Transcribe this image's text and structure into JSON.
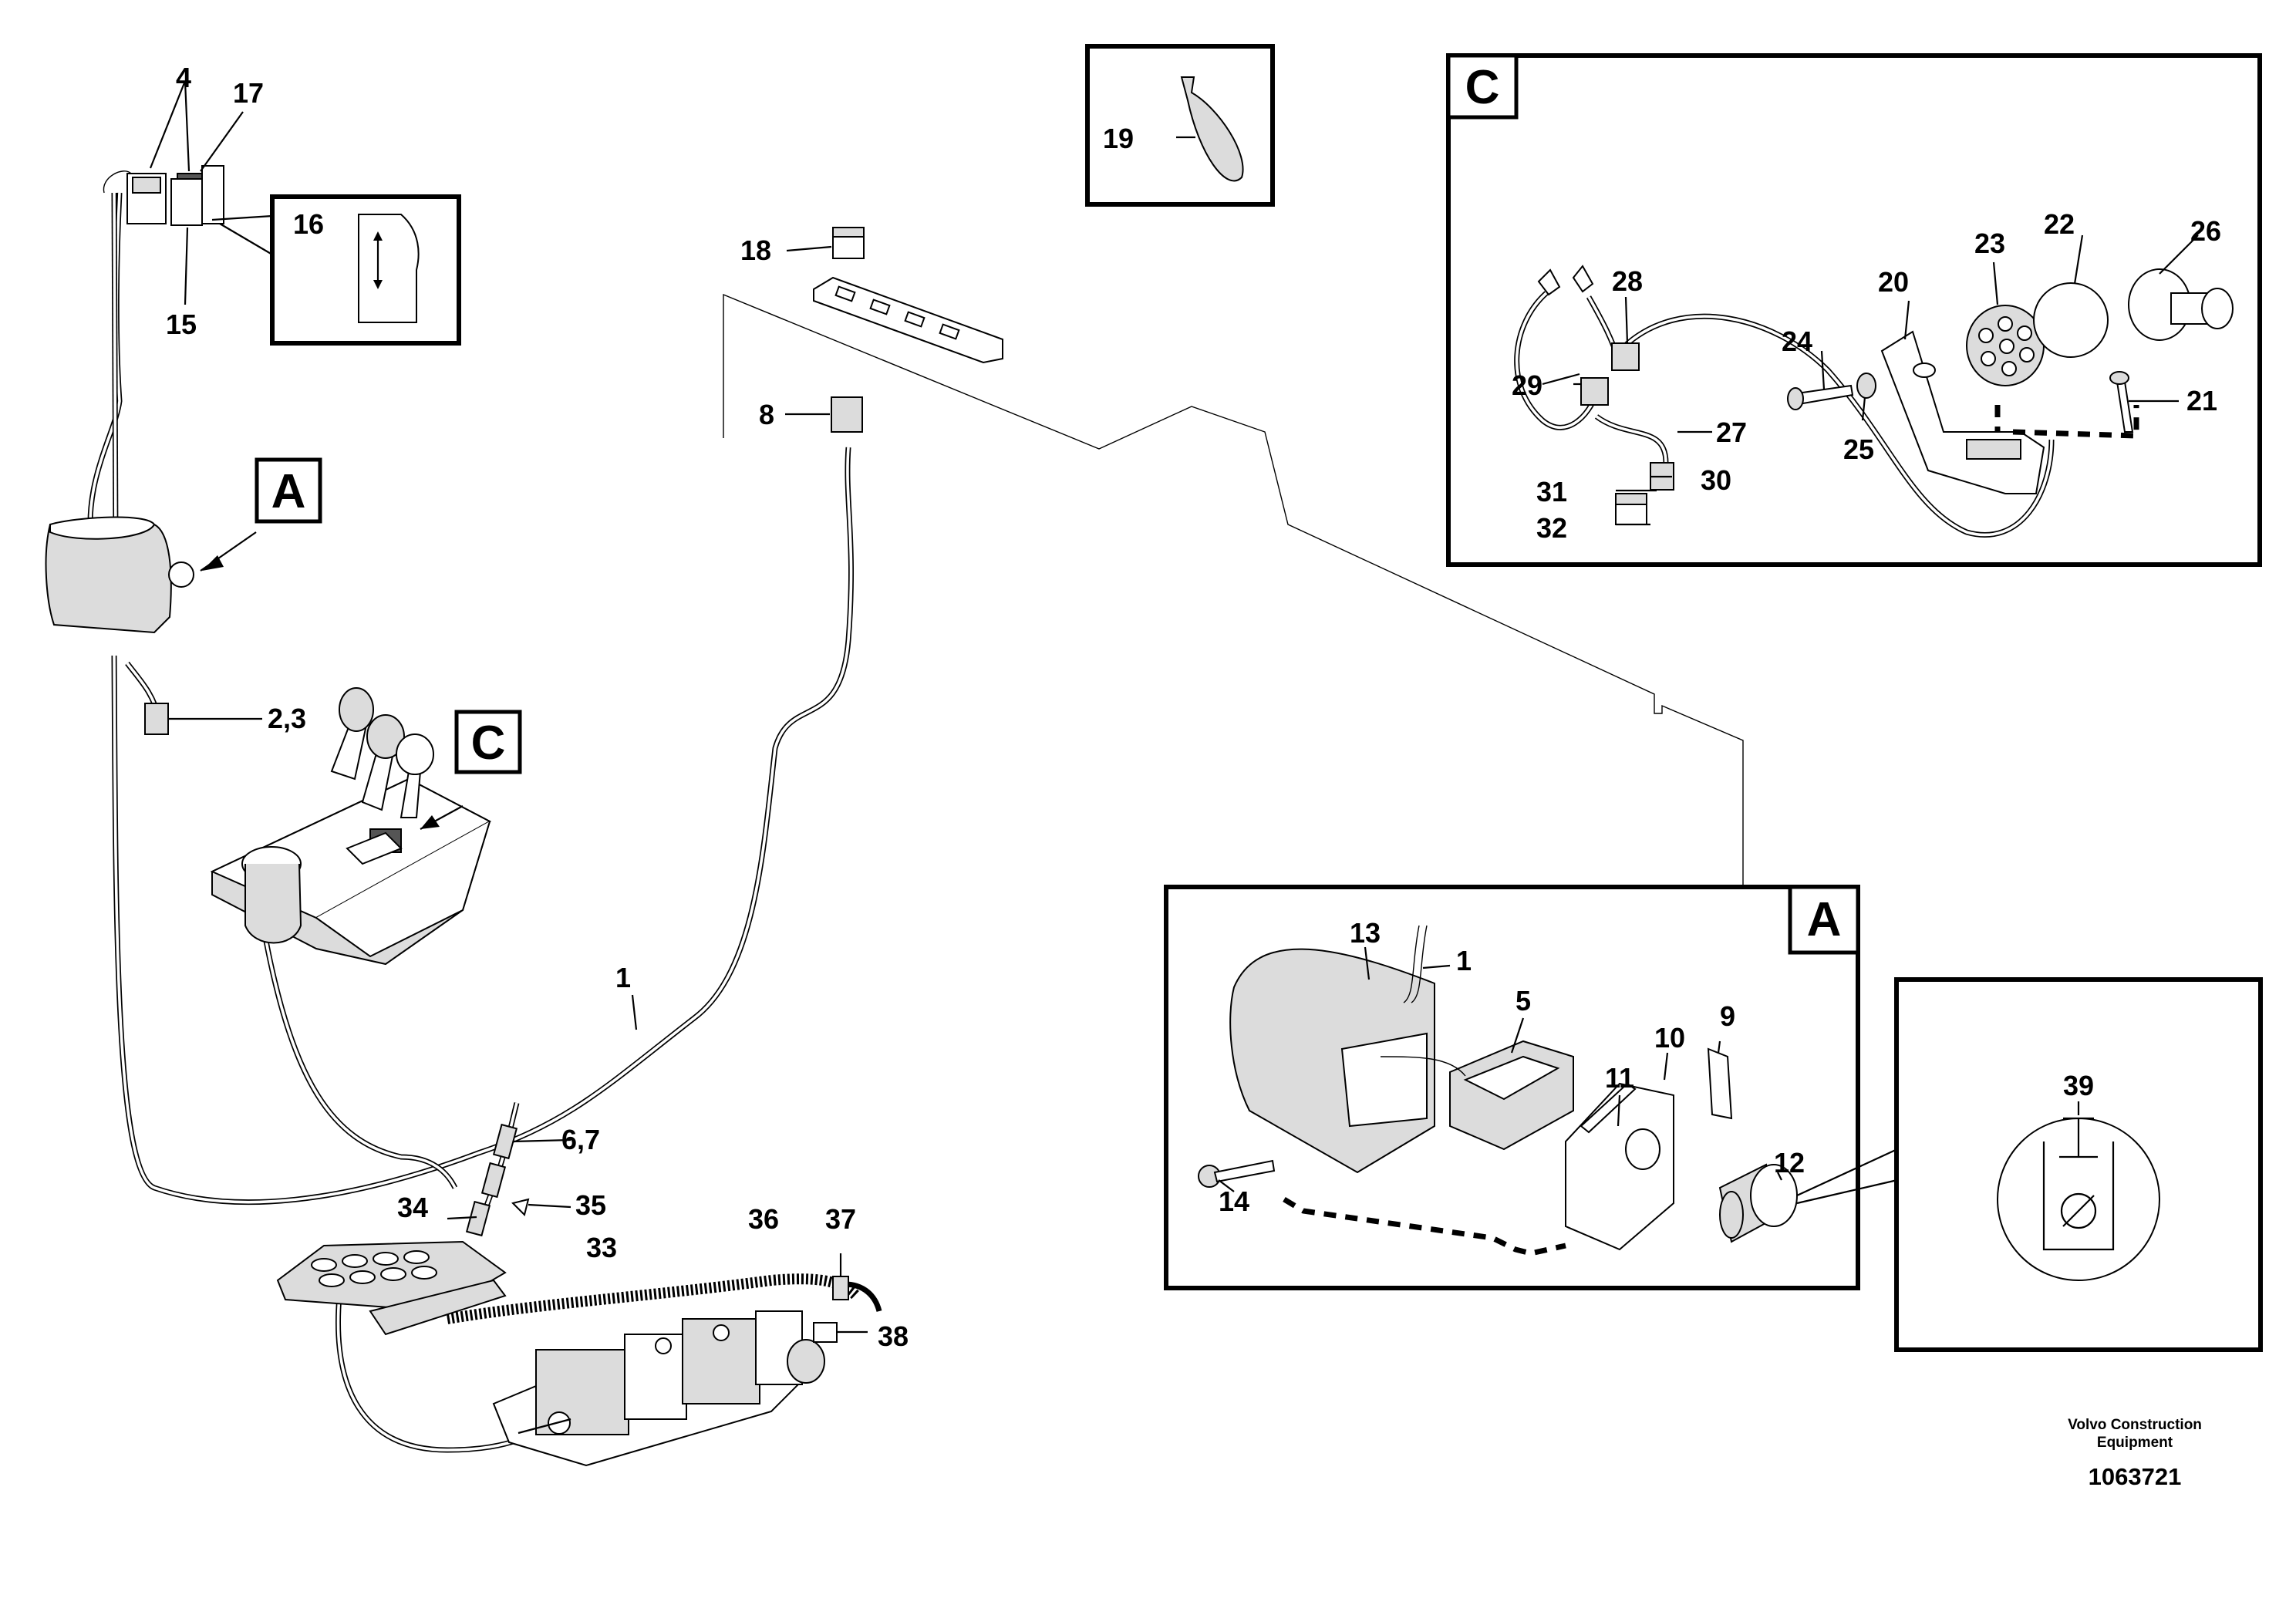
{
  "figure": {
    "brand": "Volvo Construction",
    "brand_line2": "Equipment",
    "part_number": "1063721"
  },
  "detail_tags": {
    "a": "A",
    "c": "C",
    "a_main": "A",
    "c_main": "C"
  },
  "callouts": {
    "c1": "1",
    "c23": "2,3",
    "c4": "4",
    "c5": "5",
    "c67": "6,7",
    "c8": "8",
    "c9": "9",
    "c10": "10",
    "c11": "11",
    "c12": "12",
    "c13": "13",
    "c14": "14",
    "c15": "15",
    "c16": "16",
    "c17": "17",
    "c18": "18",
    "c19": "19",
    "c20": "20",
    "c21": "21",
    "c22": "22",
    "c23b": "23",
    "c24": "24",
    "c25": "25",
    "c26": "26",
    "c27": "27",
    "c28": "28",
    "c29": "29",
    "c30": "30",
    "c31": "31",
    "c32": "32",
    "c33": "33",
    "c34": "34",
    "c35": "35",
    "c36": "36",
    "c37": "37",
    "c38": "38",
    "c39": "39",
    "c1b": "1"
  },
  "icons": [
    "cable-tie-icon",
    "relay-icon",
    "push-button-icon",
    "hydraulic-symbol-icon"
  ]
}
